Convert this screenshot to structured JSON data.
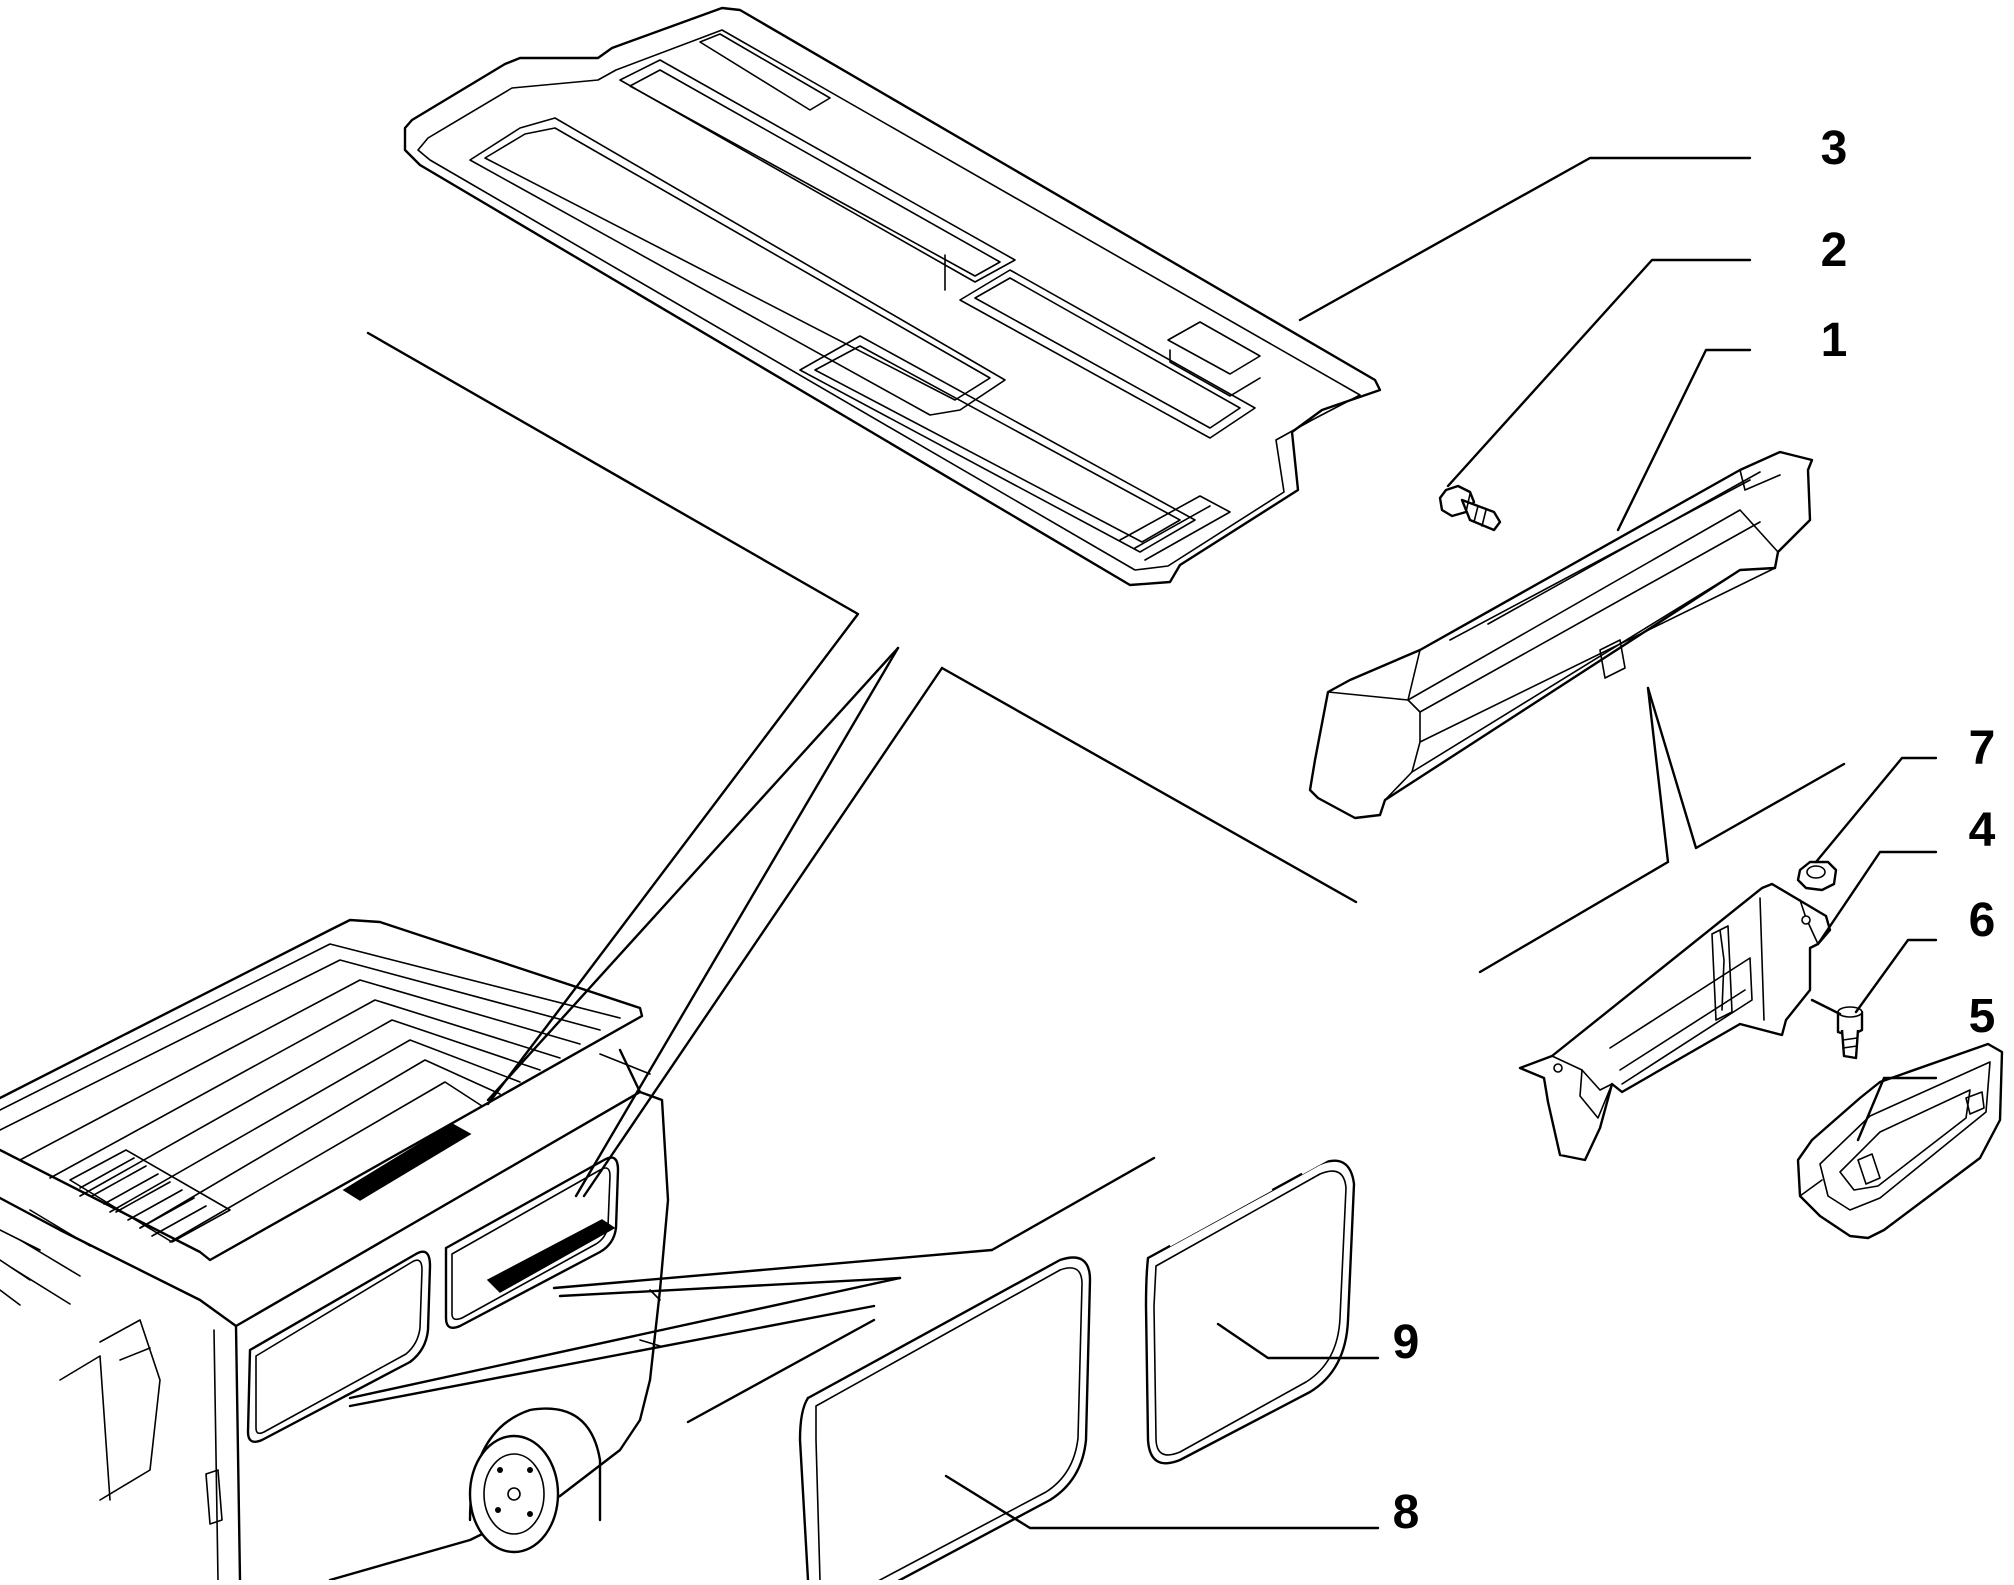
{
  "diagram": {
    "callouts": [
      {
        "id": "c3",
        "label": "3"
      },
      {
        "id": "c2",
        "label": "2"
      },
      {
        "id": "c1",
        "label": "1"
      },
      {
        "id": "c7",
        "label": "7"
      },
      {
        "id": "c4",
        "label": "4"
      },
      {
        "id": "c6",
        "label": "6"
      },
      {
        "id": "c5",
        "label": "5"
      },
      {
        "id": "c9",
        "label": "9"
      },
      {
        "id": "c8",
        "label": "8"
      }
    ],
    "line_color": "#000000",
    "background": "#ffffff"
  }
}
